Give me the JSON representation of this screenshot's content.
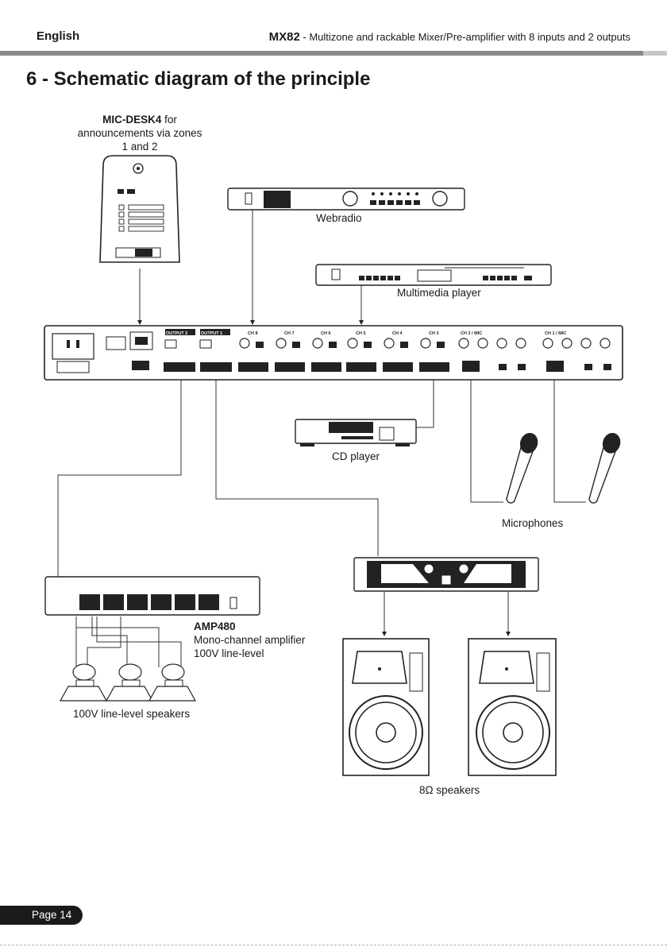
{
  "header": {
    "language": "English",
    "product": "MX82",
    "subtitle": " - Multizone and rackable Mixer/Pre-amplifier with 8 inputs and 2 outputs"
  },
  "section": {
    "title": "6 - Schematic diagram of the principle"
  },
  "labels": {
    "mic_desk_model": "MIC-DESK4",
    "mic_desk_line1": " for",
    "mic_desk_line2": "announcements via zones",
    "mic_desk_line3": "1 and 2",
    "webradio": "Webradio",
    "multimedia_player": "Multimedia player",
    "cd_player": "CD player",
    "microphones": "Microphones",
    "amp_model": "AMP480",
    "amp_desc1": "Mono-channel amplifier",
    "amp_desc2": "100V line-level",
    "line_speakers": "100V line-level speakers",
    "speakers_8ohm": "8Ω speakers"
  },
  "mixer": {
    "channels": [
      "OUTPUT 2",
      "OUTPUT 1",
      "CH 8",
      "CH 7",
      "CH 6",
      "CH 5",
      "CH 4",
      "CH 3",
      "CH 2 / MIC",
      "CH 1 / MIC"
    ]
  },
  "footer": {
    "page_label": "Page  14"
  }
}
